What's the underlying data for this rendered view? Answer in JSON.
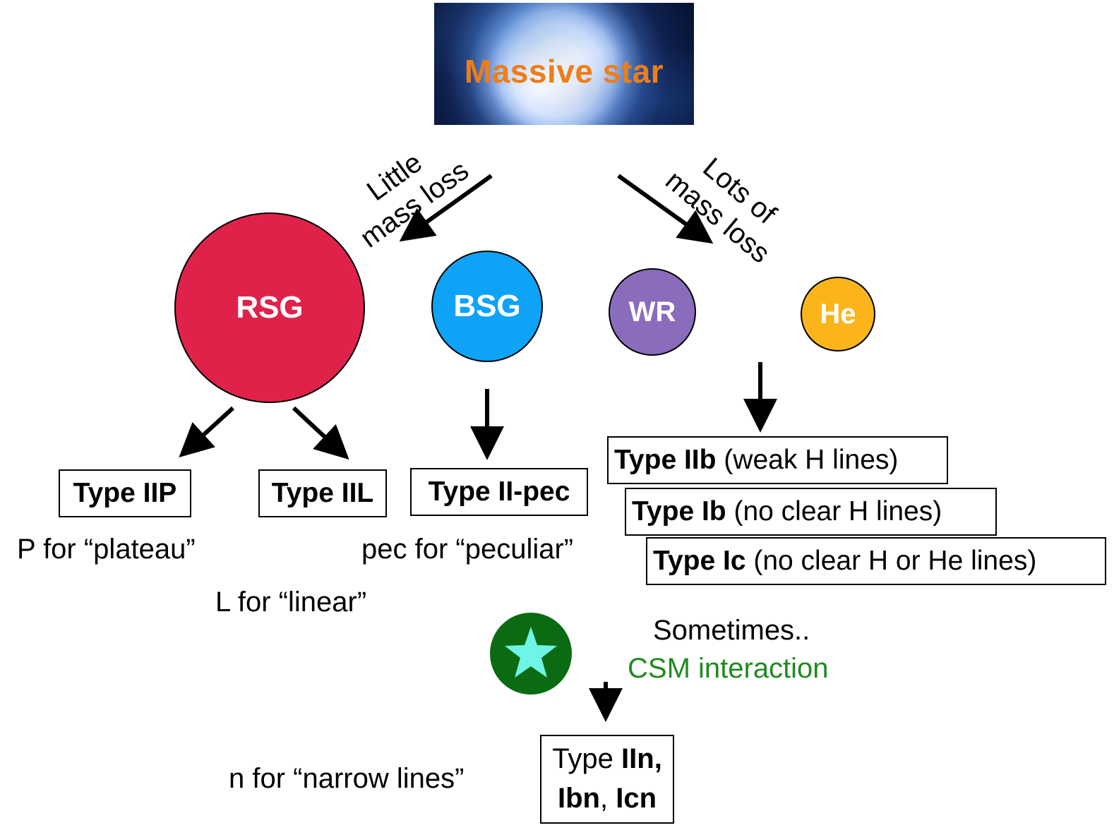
{
  "header": {
    "title": "Massive star"
  },
  "branches": {
    "left_label_line1": "Little",
    "left_label_line2": "mass loss",
    "right_label_line1": "Lots of",
    "right_label_line2": "mass loss"
  },
  "stars": {
    "rsg": {
      "label": "RSG",
      "color": "#e0224a"
    },
    "bsg": {
      "label": "BSG",
      "color": "#0ea3f7"
    },
    "wr": {
      "label": "WR",
      "color": "#8a6cbc"
    },
    "he": {
      "label": "He",
      "color": "#fbb51b"
    }
  },
  "types": {
    "iip": "Type IIP",
    "iil": "Type IIL",
    "iipec": "Type II-pec",
    "iib_bold": "Type IIb",
    "iib_rest": " (weak H lines)",
    "ib_bold": "Type Ib",
    "ib_rest": " (no clear H lines)",
    "ic_bold": "Type Ic",
    "ic_rest": " (no clear H or He lines)",
    "n_prefix": "Type ",
    "n_bold1": "IIn,",
    "n_bold2": "Ibn",
    "n_sep": ", ",
    "n_bold3": "Icn"
  },
  "notes": {
    "plateau": "P for “plateau”",
    "linear": "L for “linear”",
    "peculiar": "pec for “peculiar”",
    "narrow": "n for “narrow lines”",
    "sometimes": "Sometimes..",
    "csm": "CSM interaction"
  },
  "colors": {
    "header_text": "#f07d17",
    "csm_text": "#218a21",
    "badge_fill": "#0a6b12",
    "badge_star": "#6ff5e6"
  },
  "icons": {
    "csm_badge": "star-icon"
  }
}
